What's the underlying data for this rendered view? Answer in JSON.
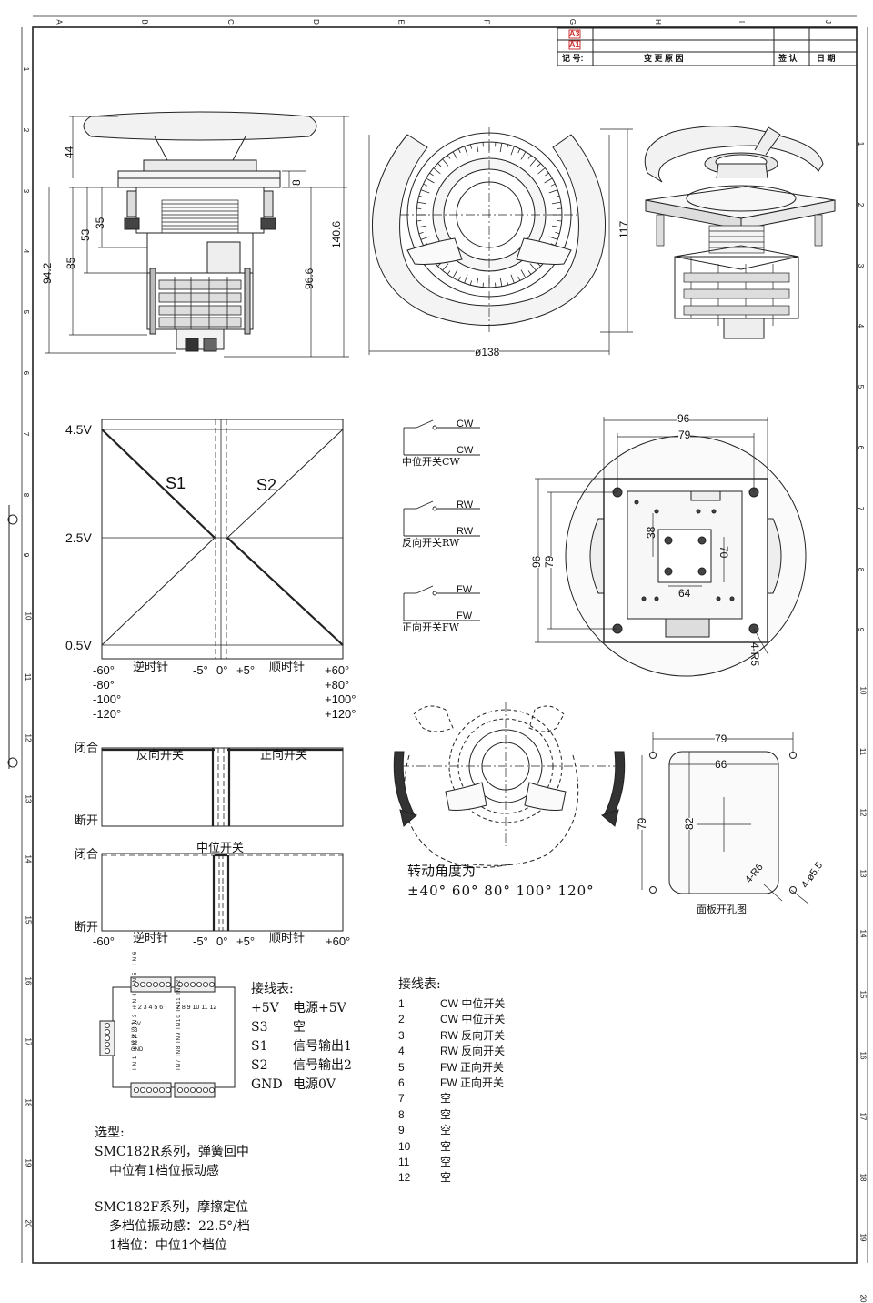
{
  "title_block": {
    "labels": [
      "A3",
      "A1"
    ],
    "record_no": "记 号:",
    "change_reason": "变 更 原 因",
    "signature": "签 认",
    "date": "日 期"
  },
  "border": {
    "top_letters": [
      "A",
      "B",
      "C",
      "D",
      "E",
      "F",
      "G",
      "H",
      "I",
      "J"
    ],
    "side_numbers": [
      "1",
      "2",
      "3",
      "4",
      "5",
      "6",
      "7",
      "8",
      "9",
      "10",
      "11",
      "12",
      "13",
      "14",
      "15",
      "16",
      "17",
      "18",
      "19",
      "20"
    ]
  },
  "side_view": {
    "dims": [
      "44",
      "8",
      "35",
      "53",
      "85",
      "94.2",
      "96.6",
      "140.6"
    ]
  },
  "top_view": {
    "dims": [
      "117",
      "ø138"
    ]
  },
  "voltage_chart": {
    "y_ticks": [
      "4.5V",
      "2.5V",
      "0.5V"
    ],
    "series": [
      "S1",
      "S2"
    ],
    "x_left": [
      "-60°",
      "-80°",
      "-100°",
      "-120°"
    ],
    "x_right": [
      "+60°",
      "+80°",
      "+100°",
      "+120°"
    ],
    "x_center": [
      "-5°",
      "0°",
      "+5°"
    ],
    "ccw": "逆时针",
    "cw": "顺时针"
  },
  "switch_chart1": {
    "closed": "闭合",
    "open": "断开",
    "left_label": "反向开关",
    "right_label": "正向开关"
  },
  "switch_chart2": {
    "closed": "闭合",
    "open": "断开",
    "center_label": "中位开关",
    "x_left": "-60°",
    "x_right": "+60°",
    "x_center": [
      "-5°",
      "0°",
      "+5°"
    ],
    "ccw": "逆时针",
    "cw": "顺时针"
  },
  "switch_symbols": [
    {
      "a": "CW",
      "b": "CW",
      "caption": "中位开关CW"
    },
    {
      "a": "RW",
      "b": "RW",
      "caption": "反向开关RW"
    },
    {
      "a": "FW",
      "b": "FW",
      "caption": "正向开关FW"
    }
  ],
  "bottom_view": {
    "dims": [
      "96",
      "79",
      "96",
      "79",
      "38",
      "70",
      "64",
      "4-R5"
    ]
  },
  "rotation": {
    "line1": "转动角度为",
    "line2": "±40° 60° 80° 100° 120°"
  },
  "panel_cutout": {
    "dims": [
      "79",
      "66",
      "79",
      "82",
      "4-R6",
      "4-ø5.5"
    ],
    "caption": "面板开孔图"
  },
  "connector": {
    "top_pins_a": "1 2 3 4 5 6",
    "top_pins_b": "7 8 9 10 11 12",
    "side_pins": [
      "+5V",
      "S3",
      "S1",
      "S2",
      "GND"
    ],
    "bottom_pins_a": "IN1 IN2 IN3 IN4 IN5 IN6",
    "bottom_pins_b": "IN7 IN8 IN9 IN10 IN11 IN12"
  },
  "wiring_left": {
    "title": "接线表:",
    "rows": [
      {
        "pin": "+5V",
        "desc": "电源+5V"
      },
      {
        "pin": "S3",
        "desc": "空"
      },
      {
        "pin": "S1",
        "desc": "信号输出1"
      },
      {
        "pin": "S2",
        "desc": "信号输出2"
      },
      {
        "pin": "GND",
        "desc": "电源0V"
      }
    ]
  },
  "wiring_right": {
    "title": "接线表:",
    "rows": [
      {
        "no": "1",
        "desc": "CW 中位开关"
      },
      {
        "no": "2",
        "desc": "CW 中位开关"
      },
      {
        "no": "3",
        "desc": "RW 反向开关"
      },
      {
        "no": "4",
        "desc": "RW 反向开关"
      },
      {
        "no": "5",
        "desc": "FW 正向开关"
      },
      {
        "no": "6",
        "desc": "FW 正向开关"
      },
      {
        "no": "7",
        "desc": "空"
      },
      {
        "no": "8",
        "desc": "空"
      },
      {
        "no": "9",
        "desc": "空"
      },
      {
        "no": "10",
        "desc": "空"
      },
      {
        "no": "11",
        "desc": "空"
      },
      {
        "no": "12",
        "desc": "空"
      }
    ]
  },
  "selection": {
    "title": "选型:",
    "lines": [
      "SMC182R系列，弹簧回中",
      "中位有1档位振动感",
      "SMC182F系列，摩擦定位",
      "多档位振动感：22.5°/档",
      "1档位：中位1个档位"
    ]
  }
}
